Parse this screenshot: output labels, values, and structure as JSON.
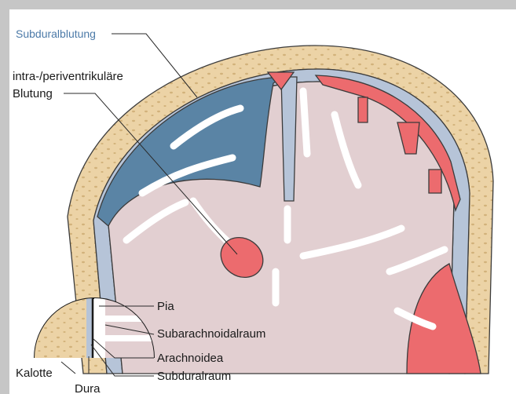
{
  "labels": {
    "subdural_hemorrhage": "Subduralblutung",
    "intraventricular_line1": "intra-/periventrikuläre",
    "intraventricular_line2": "Blutung",
    "pia": "Pia",
    "subarachnoid_space": "Subarachnoidalraum",
    "arachnoid": "Arachnoidea",
    "subdural_space": "Subduralraum",
    "skull": "Kalotte",
    "dura": "Dura"
  },
  "colors": {
    "bone": "#ecd3a6",
    "bone_dots": "#d2b27b",
    "brain": "#e2cfd1",
    "meninges": "#b6c4d8",
    "subdural_blood": "#5a84a5",
    "hemorrhage": "#ec6b6e",
    "label_accent": "#4c7aa8"
  }
}
